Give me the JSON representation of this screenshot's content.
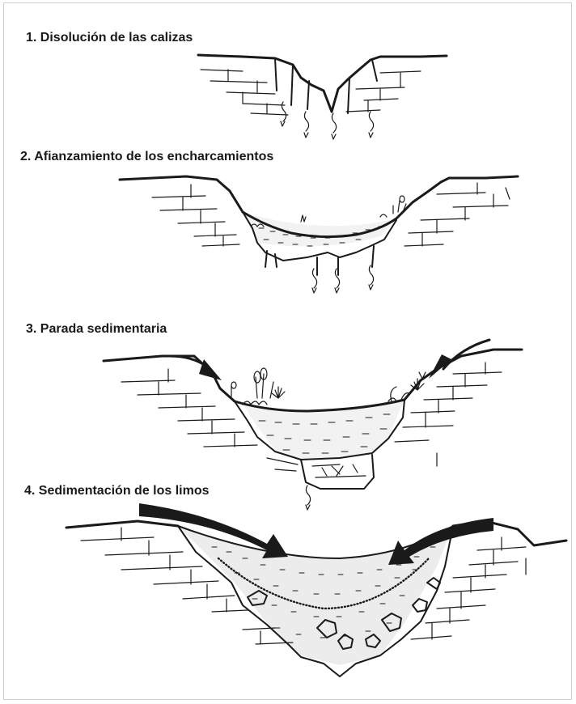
{
  "stages": [
    {
      "title": "1. Disolución de las calizas"
    },
    {
      "title": "2. Afianzamiento de los encharcamientos"
    },
    {
      "title": "3. Parada sedimentaria"
    },
    {
      "title": "4. Sedimentación de los limos"
    }
  ],
  "colors": {
    "ink": "#1a1a1a",
    "background": "#ffffff",
    "fill": "#f0f0f0"
  }
}
